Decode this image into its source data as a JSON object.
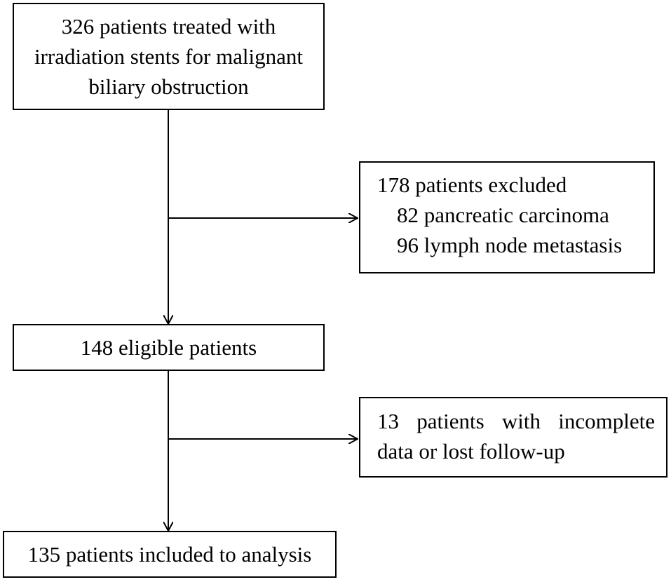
{
  "boxes": {
    "start": {
      "line1": "326 patients treated with",
      "line2": "irradiation stents for malignant",
      "line3": "biliary obstruction"
    },
    "excluded1": {
      "heading": "178 patients excluded",
      "item1": "82 pancreatic carcinoma",
      "item2": "96 lymph node metastasis"
    },
    "eligible": {
      "label": "148 eligible patients"
    },
    "excluded2": {
      "w1": "13",
      "w2": "patients",
      "w3": "with",
      "w4": "incomplete",
      "line2": "data or lost follow-up"
    },
    "final": {
      "label": "135 patients included to analysis"
    }
  }
}
